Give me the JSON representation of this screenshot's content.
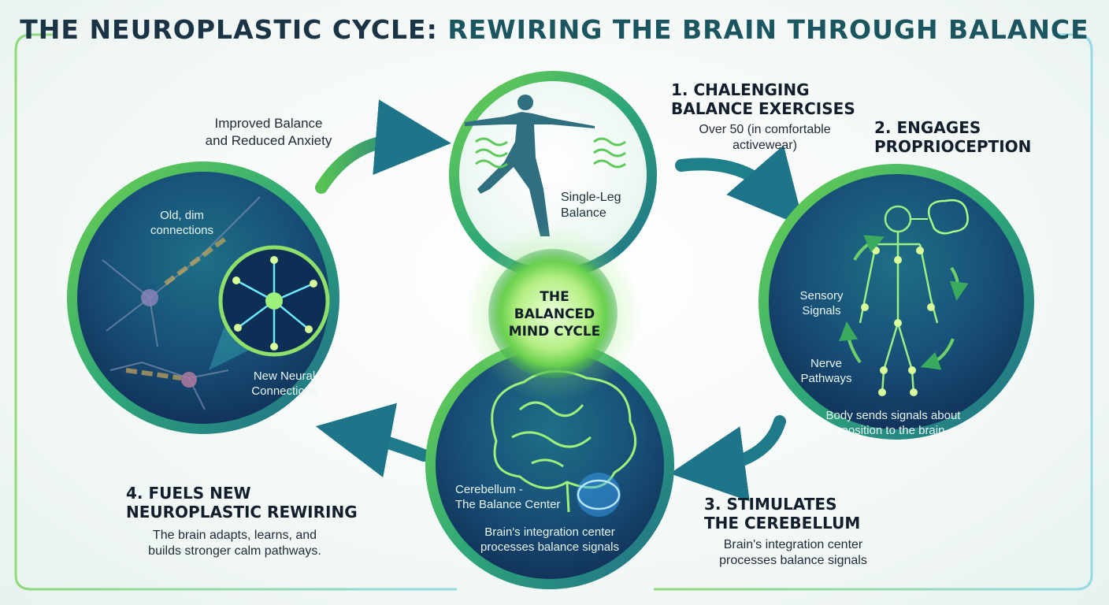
{
  "title": {
    "part1": "THE NEUROPLASTIC CYCLE:",
    "part2": "REWIRING THE BRAIN THROUGH BALANCE"
  },
  "center": {
    "line1": "THE",
    "line2": "BALANCED",
    "line3": "MIND CYCLE"
  },
  "step1": {
    "heading_line1": "1.  CHALENGING",
    "heading_line2": "BALANCE EXERCISES",
    "desc_line1": "Over 50 (in comfortable",
    "desc_line2": "activewear)",
    "circle_label_line1": "Single-Leg",
    "circle_label_line2": "Balance"
  },
  "step2": {
    "heading_line1": "2. ENGAGES",
    "heading_line2": "PROPRIOCEPTION",
    "label_sensory_line1": "Sensory",
    "label_sensory_line2": "Signals",
    "label_nerve_line1": "Nerve",
    "label_nerve_line2": "Pathways",
    "caption_line1": "Body sends signals about",
    "caption_line2": "position to the brain"
  },
  "step3": {
    "heading_line1": "3. STIMULATES",
    "heading_line2": "THE CEREBELLUM",
    "desc_line1": "Brain's integration center",
    "desc_line2": "processes balance signals",
    "circle_label_line1": "Cerebellum -",
    "circle_label_line2": "The Balance Center",
    "circle_caption_line1": "Brain's integration center",
    "circle_caption_line2": "processes balance signals"
  },
  "step4": {
    "heading_line1": "4. FUELS NEW",
    "heading_line2": "NEUROPLASTIC REWIRING",
    "desc_line1": "The brain adapts, learns, and",
    "desc_line2": "builds stronger calm pathways.",
    "label_old_line1": "Old, dim",
    "label_old_line2": "connections",
    "label_new_line1": "New Neural",
    "label_new_line2": "Connections"
  },
  "outcome": {
    "line1": "Improved Balance",
    "line2": "and Reduced Anxiety"
  },
  "colors": {
    "green": "#4cc24a",
    "teal": "#1e7a8a",
    "navy": "#123a5a",
    "glow": "#a6f07a"
  }
}
